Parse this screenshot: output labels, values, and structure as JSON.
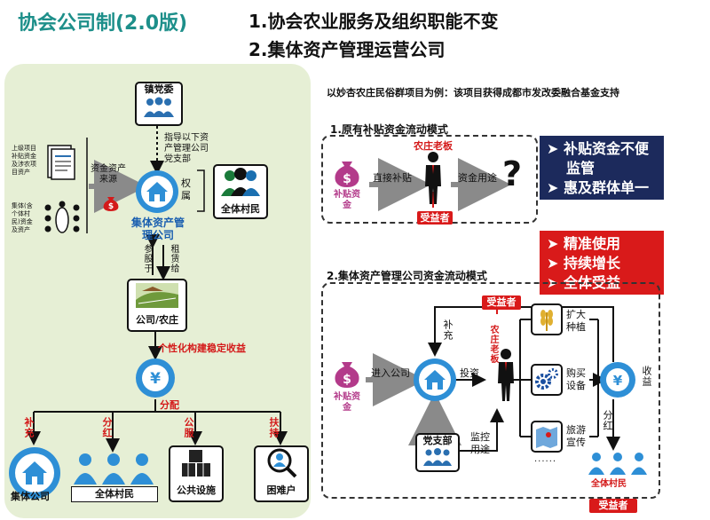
{
  "header": {
    "title": "协会公司制(2.0版)",
    "point1": "1.协会农业服务及组织职能不变",
    "point2": "2.集体资产管理运营公司"
  },
  "left_diagram": {
    "town_party": "镇党委",
    "guide_note": [
      "指导以下资",
      "产管理公司",
      "党支部"
    ],
    "source_upper": [
      "上级项目",
      "补贴资金",
      "及涉农项",
      "目资产"
    ],
    "source_lower": [
      "集体(含",
      "个体村",
      "民)资金",
      "及资产"
    ],
    "fund_label": [
      "资金资产",
      "来源"
    ],
    "company": "集体资产管理公司",
    "ownership": [
      "权",
      "属"
    ],
    "all_villagers": "全体村民",
    "invest_label": "参股于",
    "lease_label": "租赁给",
    "coop": "公司/农庄",
    "stable_income": "个性化构建稳定收益",
    "distribute": "分配",
    "branches": [
      {
        "tag": "补充",
        "label": "集体公司"
      },
      {
        "tag": "分红",
        "label": "全体村民"
      },
      {
        "tag": "公服",
        "label": "公共设施"
      },
      {
        "tag": "扶持",
        "label": "困难户"
      }
    ]
  },
  "right_diagram": {
    "example_note": "以妙杏农庄民俗群项目为例：该项目获得成都市发改委融合基金支持",
    "mode1_title": "1.原有补贴资金流动模式",
    "mode1_owner": "农庄老板",
    "mode1_subsidy": "补贴资金",
    "mode1_direct": "直接补贴",
    "mode1_usage": "资金用途",
    "mode1_beneficiary": "受益者",
    "mode1_question": "?",
    "problems": [
      "补贴资金不便",
      "监管",
      "惠及群体单一"
    ],
    "benefits": [
      "精准使用",
      "持续增长",
      "全体受益"
    ],
    "mode2_title": "2.集体资产管理公司资金流动模式",
    "mode2_beneficiary_top": "受益者",
    "mode2_subsidy": "补贴资金",
    "mode2_enter": "进入公司",
    "mode2_supplement": "补充",
    "mode2_invest": "投资",
    "mode2_owner": "农庄老板",
    "mode2_party": "党支部",
    "mode2_supervise": "监控用途",
    "mode2_uses": [
      "扩大种植",
      "购买设备",
      "旅游宣传"
    ],
    "mode2_dots": "......",
    "mode2_income": "收益",
    "mode2_dividend": "分红",
    "mode2_villagers": "全体村民",
    "mode2_beneficiary_bottom": "受益者"
  },
  "colors": {
    "teal": "#1d8f8a",
    "red": "#d91a1a",
    "navy": "#1c2a5c",
    "blue": "#2e8fd6",
    "panel": "#e6efd5"
  }
}
